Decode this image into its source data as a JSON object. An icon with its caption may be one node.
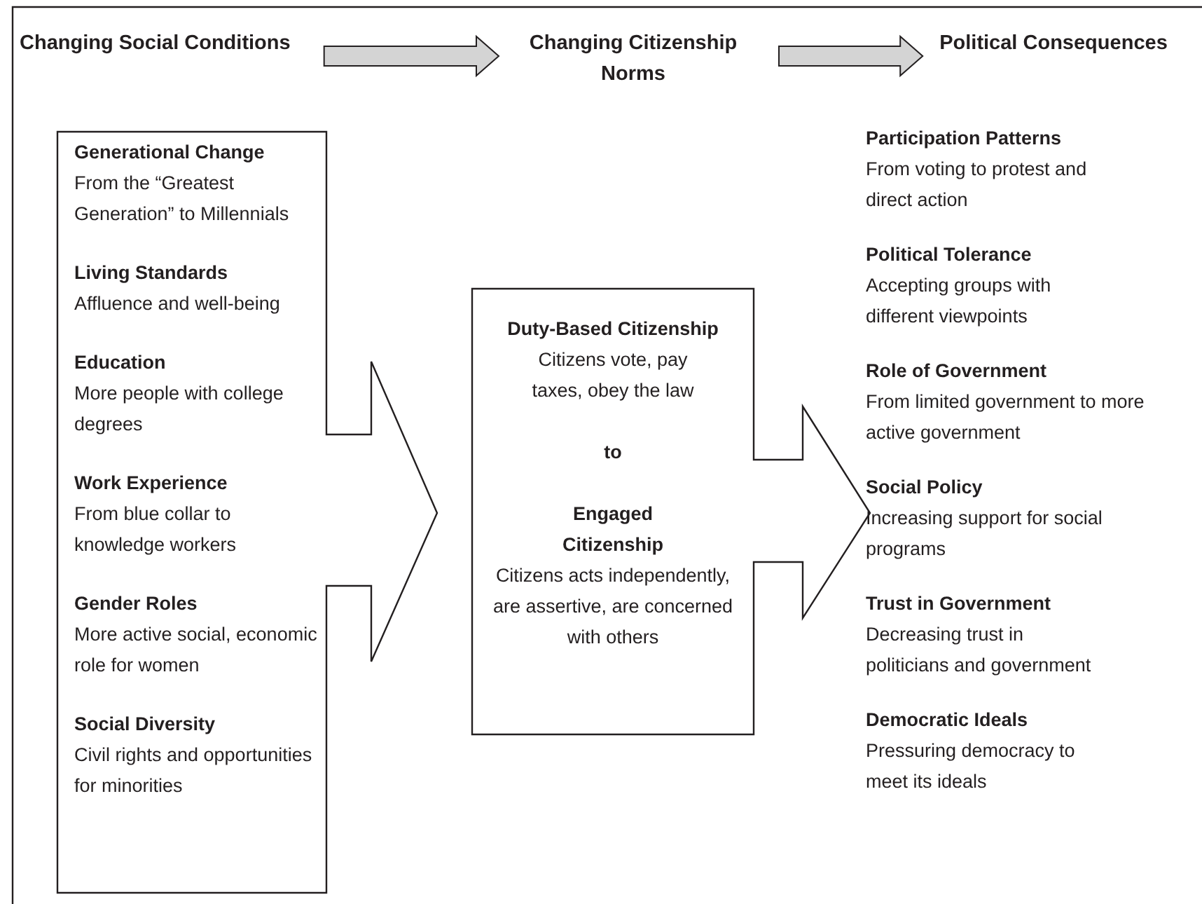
{
  "diagram": {
    "nodes": [
      {
        "text": [
          "Changing Social Conditions"
        ]
      },
      {
        "text": [
          "Changing Citizenship Norms"
        ]
      },
      {
        "text": [
          "Political Consequences"
        ]
      },
      {
        "text": [
          "Generational Change",
          "From the “Greatest Generation” to Millennials",
          "Living Standards",
          "Affluence and well-being",
          "Education",
          "More people with college degrees",
          "Work Experience",
          "From blue collar to knowledge workers",
          "Gender Roles",
          "More active social, economic role for women",
          "Social Diversity",
          "Civil rights and opportunities for minorities"
        ]
      },
      {
        "text": [
          "Duty-Based Citizenship",
          "Citizens vote, pay taxes, obey the law",
          "to",
          "Engaged Citizenship",
          "Citizens acts independently, are assertive, are concerned with others"
        ]
      }
    ],
    "edges": [
      {
        "from": 0,
        "to": 1,
        "arrow": "to"
      },
      {
        "from": 1,
        "to": 2,
        "arrow": "to"
      }
    ],
    "labels": [
      "Participation Patterns",
      "From voting to protest and direct action",
      "Political Tolerance",
      "Accepting groups with different viewpoints",
      "Role of Government",
      "From limited government to more active government",
      "Social Policy",
      "Increasing support for social programs",
      "Trust in Government",
      "Decreasing trust in politicians and government",
      "Democratic Ideals",
      "Pressuring democracy to meet its ideals"
    ]
  }
}
